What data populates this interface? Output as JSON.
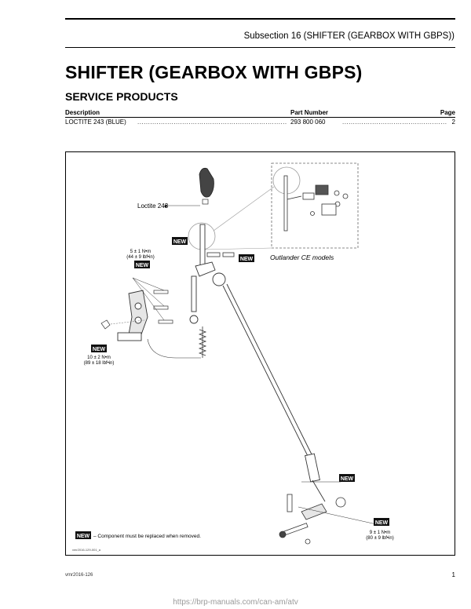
{
  "header": {
    "subsection": "Subsection 16   (SHIFTER (GEARBOX WITH GBPS))"
  },
  "page_title": "SHIFTER (GEARBOX WITH GBPS)",
  "section_title": "SERVICE PRODUCTS",
  "products_table": {
    "columns": [
      "Description",
      "Part Number",
      "Page"
    ],
    "rows": [
      {
        "description": "LOCTITE 243 (BLUE)",
        "part_number": "293 800 060",
        "page": "2"
      }
    ]
  },
  "figure": {
    "loctite_label": "Loctite 243",
    "new_badge": "NEW",
    "torque_1_line1": "5 ± 1 N•m",
    "torque_1_line2": "(44 ± 9 lbf•in)",
    "torque_2_line1": "10 ± 2 N•m",
    "torque_2_line2": "(89 ± 18 lbf•in)",
    "torque_3_line1": "9 ± 1 N•m",
    "torque_3_line2": "(80 ± 9 lbf•in)",
    "inset_caption": "Outlander CE models",
    "legend_text": "– Component must be replaced when removed.",
    "figure_code": "vmr2016-129-001_a"
  },
  "footer": {
    "doc_code": "vmr2016-126",
    "page_number": "1",
    "watermark": "https://brp-manuals.com/can-am/atv"
  }
}
